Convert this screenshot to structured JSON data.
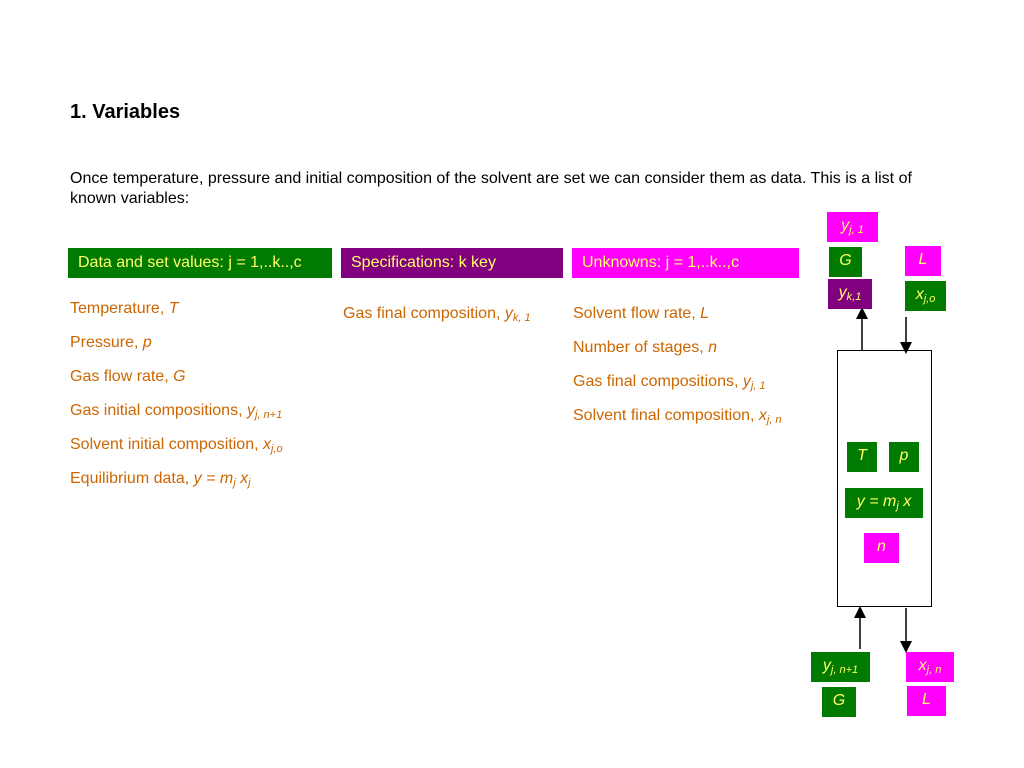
{
  "title": "1. Variables",
  "intro": "Once temperature, pressure and initial composition of the solvent are set we can consider them as data. This is a list of known variables:",
  "columns": {
    "data": {
      "header": "Data and set values: j = 1,..k..,c",
      "items": [
        {
          "label": "Temperature, ",
          "sym": "T"
        },
        {
          "label": "Pressure, ",
          "sym": "p"
        },
        {
          "label": "Gas flow rate, ",
          "sym": "G"
        },
        {
          "label": "Gas initial compositions, ",
          "sym": "y",
          "sub": "j, n+1"
        },
        {
          "label": "Solvent initial composition, ",
          "sym": "x",
          "sub": "j,o"
        },
        {
          "label": "Equilibrium data, ",
          "sym": "y = m",
          "sub": "j",
          "sym2": " x",
          "sub2": "j"
        }
      ]
    },
    "specs": {
      "header": "Specifications: k key",
      "items": [
        {
          "label": "Gas final composition, ",
          "sym": "y",
          "sub": "k, 1"
        }
      ]
    },
    "unknowns": {
      "header": "Unknowns: j = 1,..k..,c",
      "items": [
        {
          "label": "Solvent flow rate, ",
          "sym": "L"
        },
        {
          "label": "Number of stages, ",
          "sym": "n"
        },
        {
          "label": "Gas final compositions, ",
          "sym": "y",
          "sub": "j, 1"
        },
        {
          "label": "Solvent final composition, ",
          "sym": "x",
          "sub": "j, n"
        }
      ]
    }
  },
  "diagram": {
    "top_out_gas": {
      "sym": "y",
      "sub": "j, 1"
    },
    "top_G": "G",
    "top_L": "L",
    "top_yk": {
      "sym": "y",
      "sub": "k,1"
    },
    "top_xjo": {
      "sym": "x",
      "sub": "j,o"
    },
    "T": "T",
    "p": "p",
    "equilibrium": {
      "pre": "y = m",
      "sub": "j",
      "post": " x"
    },
    "n": "n",
    "bottom_in_gas": {
      "sym": "y",
      "sub": "j, n+1"
    },
    "bottom_out_liq": {
      "sym": "x",
      "sub": "j, n"
    },
    "bottom_G": "G",
    "bottom_L": "L"
  },
  "colors": {
    "green": "#007A00",
    "purple": "#800080",
    "magenta": "#FF00FF",
    "header_text": "#FFFF66",
    "item_text": "#CC6600"
  }
}
